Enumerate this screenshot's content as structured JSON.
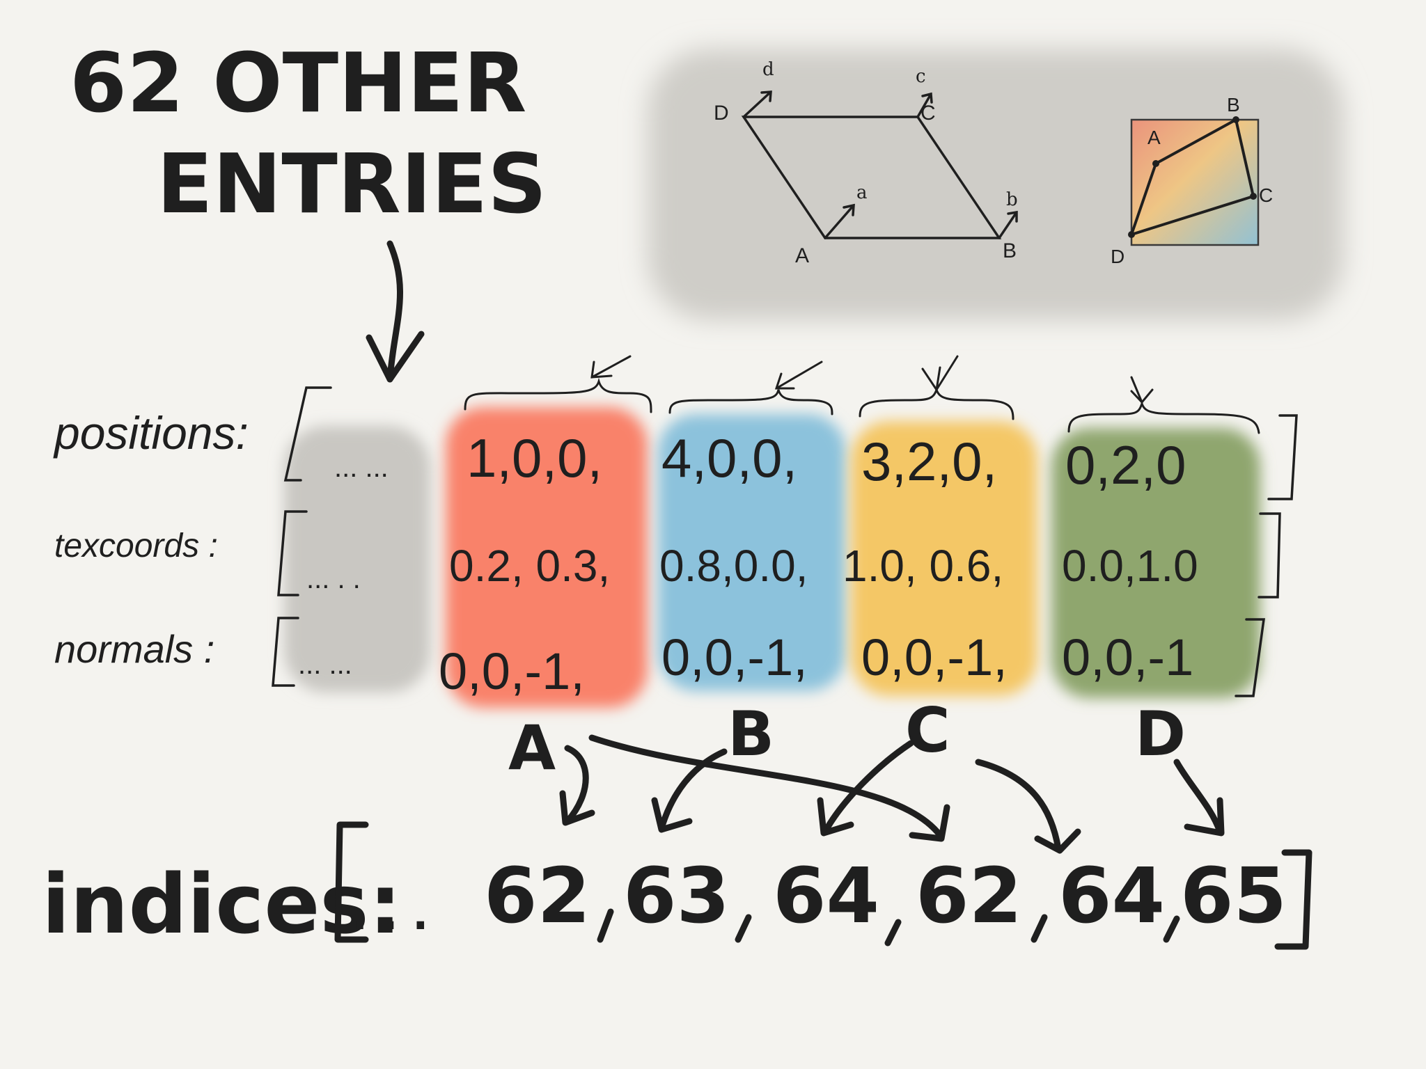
{
  "heading": {
    "line1": "62 OTHER",
    "line2": "ENTRIES"
  },
  "colors": {
    "background": "#f4f3ef",
    "gray": "#c9c7c2",
    "red": "#f9826b",
    "blue": "#8cc2dc",
    "yellow": "#f4c766",
    "green": "#8fa66e",
    "ink": "#1f1f1f"
  },
  "parallelogram": {
    "vertices": [
      "A",
      "B",
      "C",
      "D"
    ],
    "vectors": [
      "a",
      "b",
      "c",
      "d"
    ]
  },
  "texture_square": {
    "vertices": [
      "A",
      "B",
      "C",
      "D"
    ]
  },
  "rows": [
    {
      "key": "positions",
      "label": "positions:",
      "ellipsis": "... ...",
      "columns": [
        "1,0,0,",
        "4,0,0,",
        "3,2,0,",
        "0,2,0"
      ]
    },
    {
      "key": "texcoords",
      "label": "texcoords :",
      "ellipsis": "... . .",
      "columns": [
        "0.2, 0.3,",
        "0.8,0.0,",
        "1.0, 0.6,",
        "0.0,1.0"
      ]
    },
    {
      "key": "normals",
      "label": "normals :",
      "ellipsis": "... ...",
      "columns": [
        "0,0,-1,",
        "0,0,-1,",
        "0,0,-1,",
        "0,0,-1"
      ]
    }
  ],
  "column_labels": [
    "A",
    "B",
    "C",
    "D"
  ],
  "indices": {
    "label": "indices:",
    "prefix": ". . .",
    "values": [
      "62",
      "63",
      "64",
      "62",
      "64",
      "65"
    ]
  }
}
